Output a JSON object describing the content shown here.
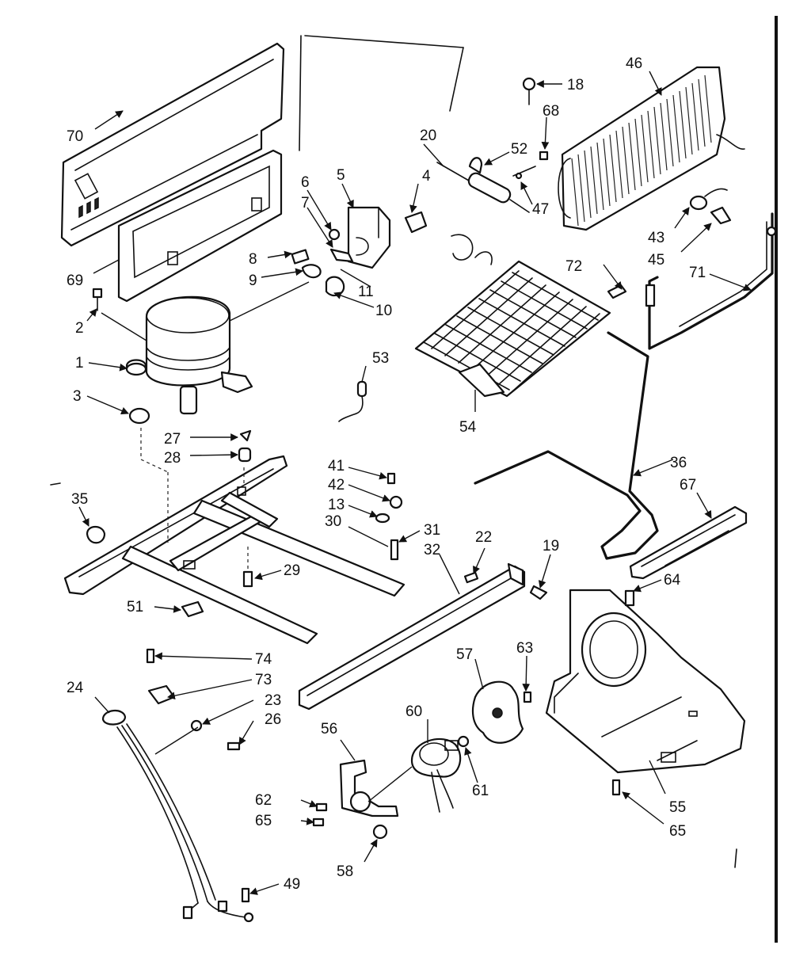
{
  "callouts": {
    "c1": "1",
    "c2": "2",
    "c3": "3",
    "c4": "4",
    "c5": "5",
    "c6": "6",
    "c7": "7",
    "c8": "8",
    "c9": "9",
    "c10": "10",
    "c11": "11",
    "c13": "13",
    "c18": "18",
    "c19": "19",
    "c20": "20",
    "c22": "22",
    "c23": "23",
    "c24": "24",
    "c26": "26",
    "c27": "27",
    "c28": "28",
    "c29": "29",
    "c30": "30",
    "c31": "31",
    "c32": "32",
    "c35": "35",
    "c36": "36",
    "c41": "41",
    "c42": "42",
    "c43": "43",
    "c45": "45",
    "c46": "46",
    "c47": "47",
    "c49": "49",
    "c51": "51",
    "c52": "52",
    "c53": "53",
    "c54": "54",
    "c55": "55",
    "c56": "56",
    "c57": "57",
    "c58": "58",
    "c60": "60",
    "c61": "61",
    "c62": "62",
    "c63": "63",
    "c64": "64",
    "c65a": "65",
    "c65b": "65",
    "c67": "67",
    "c68": "68",
    "c69": "69",
    "c70": "70",
    "c71": "71",
    "c72": "72",
    "c73": "73",
    "c74": "74"
  },
  "colors": {
    "ink": "#111111",
    "paper": "#ffffff"
  }
}
